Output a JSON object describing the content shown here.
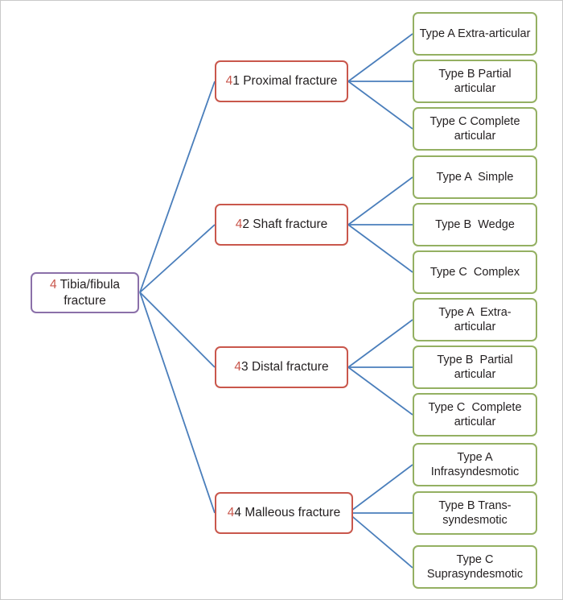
{
  "diagram": {
    "title": "Tibia/fibula fracture classification tree",
    "type": "tree",
    "colors": {
      "root_border": "#8b70a9",
      "mid_border": "#c9574c",
      "leaf_border": "#94b062",
      "connector": "#4a7ebb",
      "code_text": "#c9574c",
      "body_text": "#231f20",
      "frame_border": "#c9c9c9",
      "background": "#ffffff"
    },
    "root": {
      "code": "4",
      "label": " Tibia/fibula\nfracture",
      "full_text": "4 Tibia/fibula fracture"
    },
    "branches": [
      {
        "code": "41",
        "code_prefix": "4",
        "code_suffix": "1",
        "label": " Proximal fracture",
        "full_text": "41 Proximal fracture",
        "leaves": [
          {
            "text": "Type A Extra-articular"
          },
          {
            "text": "Type B Partial articular"
          },
          {
            "text": "Type C Complete\narticular"
          }
        ]
      },
      {
        "code": "42",
        "code_prefix": "4",
        "code_suffix": "2",
        "label": " Shaft fracture",
        "full_text": "42 Shaft fracture",
        "leaves": [
          {
            "text": "Type A  Simple"
          },
          {
            "text": "Type B  Wedge"
          },
          {
            "text": "Type C  Complex"
          }
        ]
      },
      {
        "code": "43",
        "code_prefix": "4",
        "code_suffix": "3",
        "label": " Distal fracture",
        "full_text": "43 Distal fracture",
        "leaves": [
          {
            "text": "Type A  Extra-\narticular"
          },
          {
            "text": "Type B  Partial\narticular"
          },
          {
            "text": "Type C  Complete\narticular"
          }
        ]
      },
      {
        "code": "44",
        "code_prefix": "4",
        "code_suffix": "4",
        "label": " Malleous fracture",
        "full_text": "44 Malleous fracture",
        "leaves": [
          {
            "text": "Type A\nInfrasyndesmotic"
          },
          {
            "text": "Type B Trans-\nsyndesmotic"
          },
          {
            "text": "Type C\nSuprasyndesmotic"
          }
        ]
      }
    ]
  }
}
